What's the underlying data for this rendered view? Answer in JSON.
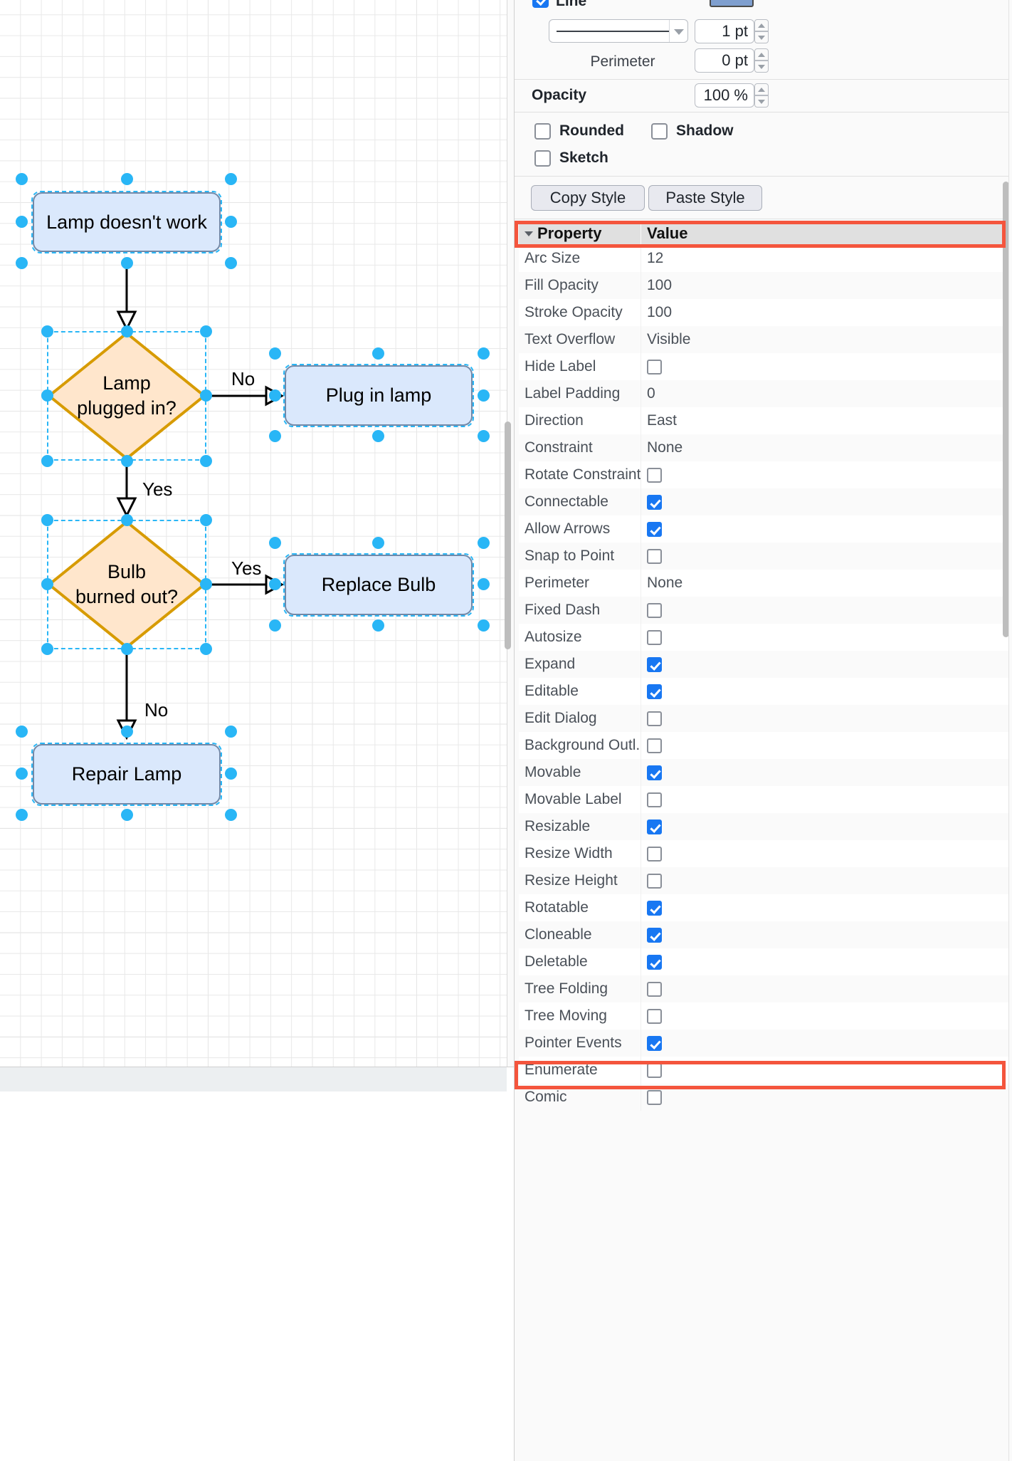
{
  "canvas": {
    "nodes": [
      {
        "id": "n1",
        "label": "Lamp doesn't work",
        "shape": "rounded-rect",
        "fill": "#dae8fc",
        "stroke": "#7289a8",
        "selected": true
      },
      {
        "id": "n2",
        "label_line1": "Lamp",
        "label_line2": "plugged in?",
        "shape": "diamond",
        "fill": "#ffe6cc",
        "stroke": "#d79b00",
        "selected": true
      },
      {
        "id": "n3",
        "label": "Plug in lamp",
        "shape": "rounded-rect",
        "fill": "#dae8fc",
        "stroke": "#7289a8",
        "selected": true
      },
      {
        "id": "n4",
        "label_line1": "Bulb",
        "label_line2": "burned out?",
        "shape": "diamond",
        "fill": "#ffe6cc",
        "stroke": "#d79b00",
        "selected": true
      },
      {
        "id": "n5",
        "label": "Replace Bulb",
        "shape": "rounded-rect",
        "fill": "#dae8fc",
        "stroke": "#7289a8",
        "selected": true
      },
      {
        "id": "n6",
        "label": "Repair Lamp",
        "shape": "rounded-rect",
        "fill": "#dae8fc",
        "stroke": "#7289a8",
        "selected": true
      }
    ],
    "edge_labels": [
      {
        "id": "e1",
        "text": "No"
      },
      {
        "id": "e2",
        "text": "Yes"
      },
      {
        "id": "e3",
        "text": "Yes"
      },
      {
        "id": "e4",
        "text": "No"
      }
    ]
  },
  "panel": {
    "line": {
      "checkbox_label": "Line",
      "checked": true,
      "color": "#7f9fcf",
      "width_value": "1 pt",
      "perimeter_label": "Perimeter",
      "perimeter_value": "0 pt"
    },
    "opacity": {
      "label": "Opacity",
      "value": "100 %"
    },
    "toggles": [
      {
        "label": "Rounded",
        "checked": false
      },
      {
        "label": "Shadow",
        "checked": false
      },
      {
        "label": "Sketch",
        "checked": false
      }
    ],
    "style_buttons": {
      "copy": "Copy Style",
      "paste": "Paste Style"
    },
    "table": {
      "header": {
        "property": "Property",
        "value": "Value"
      },
      "rows": [
        {
          "property": "Arc Size",
          "value": "12",
          "type": "text"
        },
        {
          "property": "Fill Opacity",
          "value": "100",
          "type": "text"
        },
        {
          "property": "Stroke Opacity",
          "value": "100",
          "type": "text"
        },
        {
          "property": "Text Overflow",
          "value": "Visible",
          "type": "text"
        },
        {
          "property": "Hide Label",
          "value": false,
          "type": "checkbox"
        },
        {
          "property": "Label Padding",
          "value": "0",
          "type": "text"
        },
        {
          "property": "Direction",
          "value": "East",
          "type": "text"
        },
        {
          "property": "Constraint",
          "value": "None",
          "type": "text"
        },
        {
          "property": "Rotate Constraint",
          "value": false,
          "type": "checkbox"
        },
        {
          "property": "Connectable",
          "value": true,
          "type": "checkbox"
        },
        {
          "property": "Allow Arrows",
          "value": true,
          "type": "checkbox"
        },
        {
          "property": "Snap to Point",
          "value": false,
          "type": "checkbox"
        },
        {
          "property": "Perimeter",
          "value": "None",
          "type": "text"
        },
        {
          "property": "Fixed Dash",
          "value": false,
          "type": "checkbox"
        },
        {
          "property": "Autosize",
          "value": false,
          "type": "checkbox"
        },
        {
          "property": "Expand",
          "value": true,
          "type": "checkbox"
        },
        {
          "property": "Editable",
          "value": true,
          "type": "checkbox"
        },
        {
          "property": "Edit Dialog",
          "value": false,
          "type": "checkbox"
        },
        {
          "property": "Background Outl...",
          "value": false,
          "type": "checkbox"
        },
        {
          "property": "Movable",
          "value": true,
          "type": "checkbox"
        },
        {
          "property": "Movable Label",
          "value": false,
          "type": "checkbox"
        },
        {
          "property": "Resizable",
          "value": true,
          "type": "checkbox"
        },
        {
          "property": "Resize Width",
          "value": false,
          "type": "checkbox"
        },
        {
          "property": "Resize Height",
          "value": false,
          "type": "checkbox"
        },
        {
          "property": "Rotatable",
          "value": true,
          "type": "checkbox"
        },
        {
          "property": "Cloneable",
          "value": true,
          "type": "checkbox"
        },
        {
          "property": "Deletable",
          "value": true,
          "type": "checkbox"
        },
        {
          "property": "Tree Folding",
          "value": false,
          "type": "checkbox"
        },
        {
          "property": "Tree Moving",
          "value": false,
          "type": "checkbox"
        },
        {
          "property": "Pointer Events",
          "value": true,
          "type": "checkbox"
        },
        {
          "property": "Enumerate",
          "value": false,
          "type": "checkbox"
        },
        {
          "property": "Comic",
          "value": false,
          "type": "checkbox"
        }
      ]
    }
  },
  "annotations": {
    "color": "#f4553d",
    "highlighted_header": "Property",
    "highlighted_row": "Enumerate"
  }
}
